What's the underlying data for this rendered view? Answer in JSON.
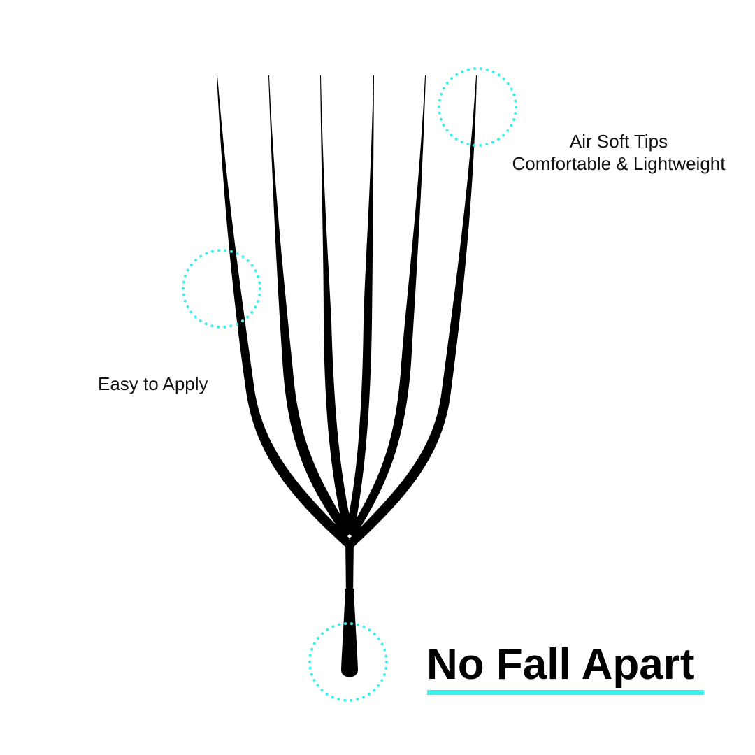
{
  "callouts": {
    "tips_line1": "Air Soft Tips",
    "tips_line2": "Comfortable & Lightweight",
    "easy": "Easy to Apply"
  },
  "headline": {
    "text": "No Fall Apart"
  },
  "colors": {
    "stroke": "#000000",
    "accent": "#3df0ee",
    "text": "#111111",
    "background": "#ffffff"
  },
  "icons": {
    "highlight_marker": "dotted-circle"
  }
}
